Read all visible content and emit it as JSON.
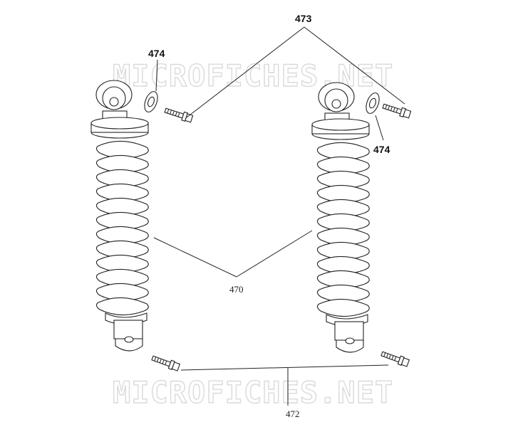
{
  "watermark": {
    "top": "MICROFICHES.NET",
    "bottom": "MICROFICHES.NET"
  },
  "callouts": {
    "shock_absorber": "470",
    "lower_bolt": "472",
    "upper_bolt": "473",
    "washer_left": "474",
    "washer_right": "474"
  },
  "colors": {
    "ink": "#222222",
    "watermark": "#dadada",
    "background": "#ffffff"
  }
}
